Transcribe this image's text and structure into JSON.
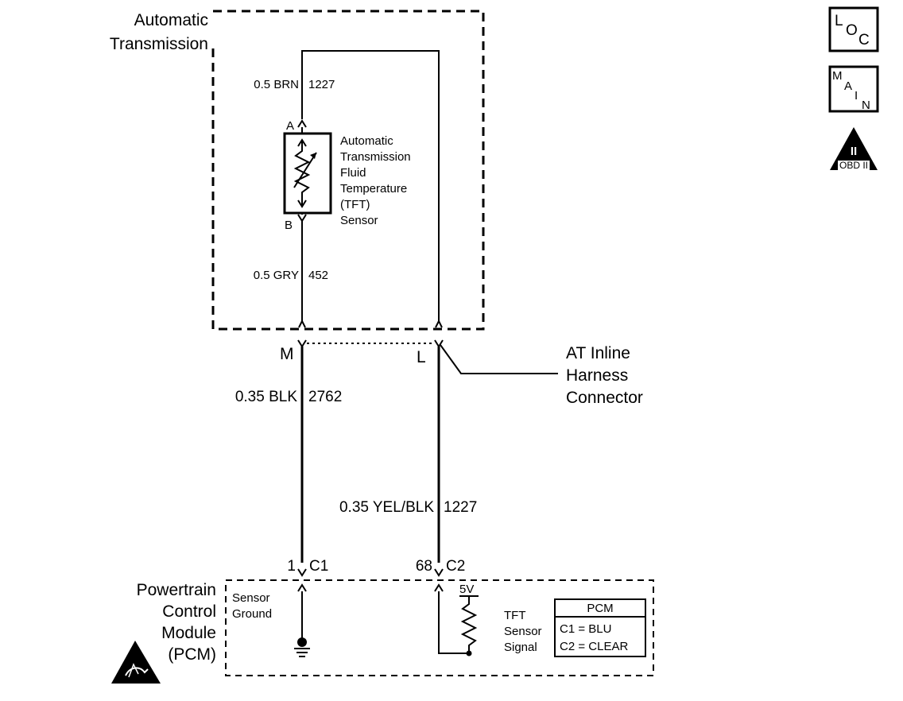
{
  "transmission": {
    "title_line1": "Automatic",
    "title_line2": "Transmission",
    "wire_top_color": "0.5 BRN",
    "wire_top_circuit": "1227",
    "wire_bottom_color": "0.5 GRY",
    "wire_bottom_circuit": "452",
    "pin_a": "A",
    "pin_b": "B",
    "sensor_label": [
      "Automatic",
      "Transmission",
      "Fluid",
      "Temperature",
      "(TFT)",
      "Sensor"
    ]
  },
  "connector": {
    "pin_m": "M",
    "pin_l": "L",
    "label": [
      "AT Inline",
      "Harness",
      "Connector"
    ]
  },
  "wires": {
    "left_color": "0.35 BLK",
    "left_circuit": "2762",
    "right_color": "0.35 YEL/BLK",
    "right_circuit": "1227"
  },
  "pcm": {
    "pin_left_num": "1",
    "pin_left_conn": "C1",
    "pin_right_num": "68",
    "pin_right_conn": "C2",
    "module_label": [
      "Powertrain",
      "Control",
      "Module",
      "(PCM)"
    ],
    "ground_label": [
      "Sensor",
      "Ground"
    ],
    "voltage": "5V",
    "signal_label": [
      "TFT",
      "Sensor",
      "Signal"
    ],
    "legend_title": "PCM",
    "legend_rows": [
      "C1 = BLU",
      "C2 = CLEAR"
    ]
  },
  "icons": {
    "loc": [
      "L",
      "O",
      "C"
    ],
    "main": [
      "M",
      "A",
      "I",
      "N"
    ],
    "obd": [
      "II",
      "OBD II"
    ]
  }
}
